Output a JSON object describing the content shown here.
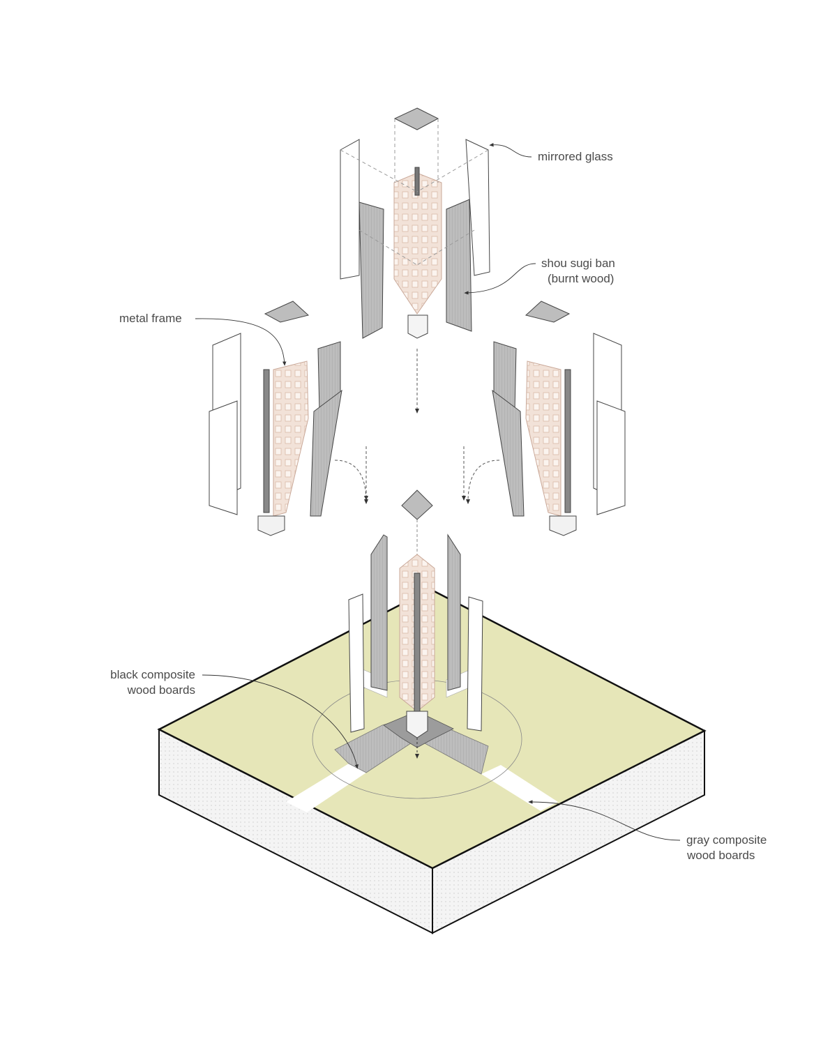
{
  "labels": {
    "mirrored_glass": "mirrored glass",
    "shou_sugi_ban": "shou sugi ban",
    "shou_sugi_ban_note": "(burnt wood)",
    "metal_frame": "metal frame",
    "black_composite_1": "black composite",
    "black_composite_2": "wood boards",
    "gray_composite_1": "gray composite",
    "gray_composite_2": "wood boards"
  },
  "colors": {
    "ground": "#e6e6b8",
    "burnt_wood": "#b9b9b9",
    "frame": "#f0ddd2",
    "glass": "#ffffff",
    "boards": "#cfcfcf",
    "line": "#333333"
  }
}
